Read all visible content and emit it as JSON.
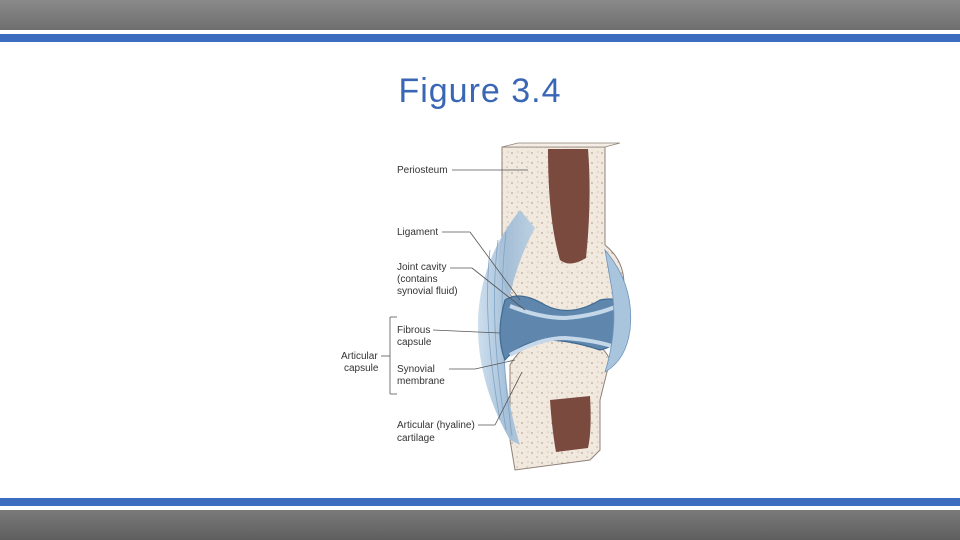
{
  "slide": {
    "title": "Figure 3.4"
  },
  "diagram": {
    "labels": {
      "periosteum": "Periosteum",
      "ligament": "Ligament",
      "joint_cavity_1": "Joint cavity",
      "joint_cavity_2": "(contains",
      "joint_cavity_3": "synovial fluid)",
      "fibrous_1": "Fibrous",
      "fibrous_2": "capsule",
      "articular_capsule_1": "Articular",
      "articular_capsule_2": "capsule",
      "synovial_1": "Synovial",
      "synovial_2": "membrane",
      "cartilage_1": "Articular (hyaline)",
      "cartilage_2": "cartilage"
    },
    "colors": {
      "accent": "#3b6cc0",
      "title": "#3a67b5",
      "bone": "#efe6dc",
      "marrow": "#7a4a3e",
      "capsule": "#a9c4dd",
      "cavity": "#5f87ad"
    }
  }
}
